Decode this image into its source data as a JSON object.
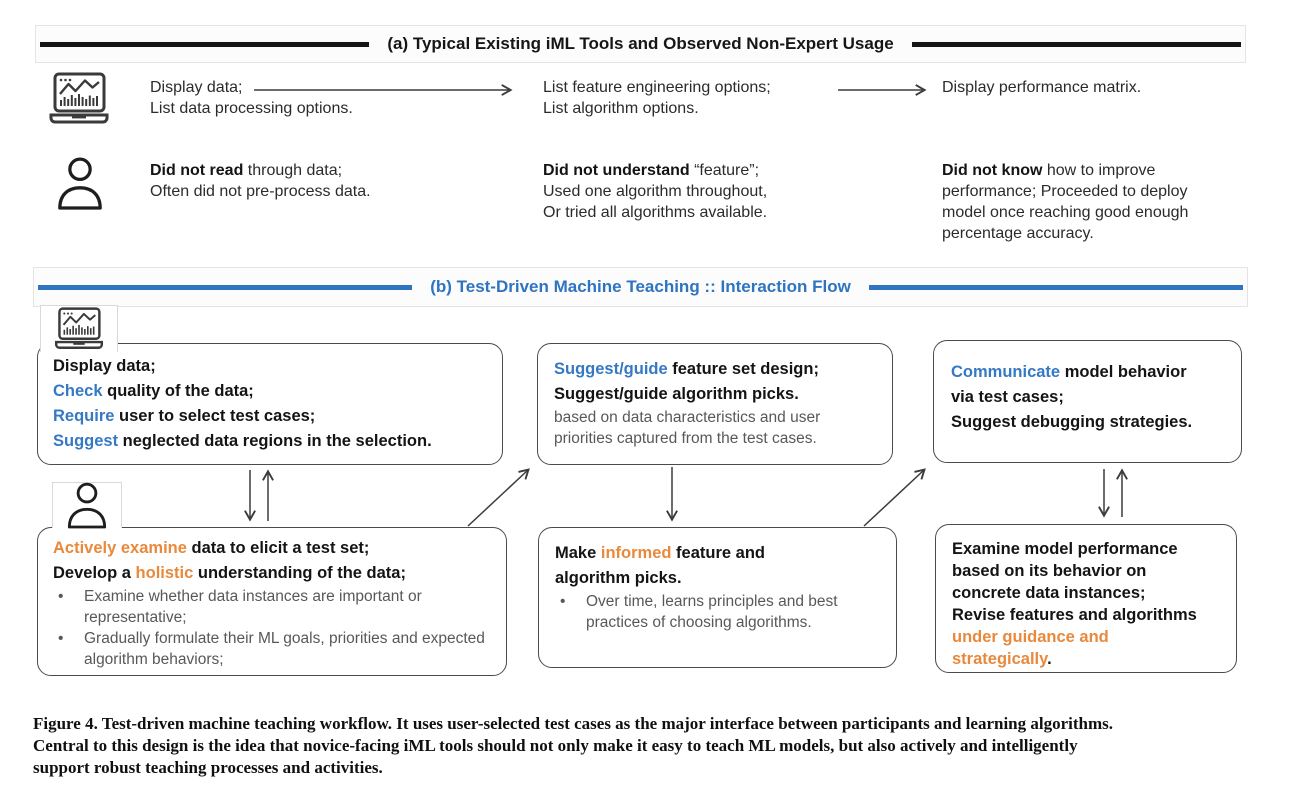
{
  "colors": {
    "accent_blue": "#2e74c0",
    "keyword_blue": "#3579c4",
    "keyword_orange": "#e8893c",
    "box_border": "#4b4b4b",
    "rule_black": "#161616"
  },
  "section_a": {
    "title": "(a) Typical Existing iML Tools and Observed Non-Expert Usage",
    "machine_row": {
      "icon": "laptop-analytics-icon",
      "col1": [
        {
          "seg": [
            {
              "t": "Display data;",
              "s": "r"
            }
          ]
        },
        {
          "seg": [
            {
              "t": "List data processing options.",
              "s": "r"
            }
          ]
        }
      ],
      "col2": [
        {
          "seg": [
            {
              "t": "List feature engineering options;",
              "s": "r"
            }
          ]
        },
        {
          "seg": [
            {
              "t": "List algorithm options.",
              "s": "r"
            }
          ]
        }
      ],
      "col3": [
        {
          "seg": [
            {
              "t": "Display performance matrix.",
              "s": "r"
            }
          ]
        }
      ]
    },
    "user_row": {
      "icon": "person-icon",
      "col1": [
        {
          "seg": [
            {
              "t": "Did not read",
              "s": "b"
            },
            {
              "t": " through data;",
              "s": "r"
            }
          ]
        },
        {
          "seg": [
            {
              "t": "Often did not pre-process data.",
              "s": "r"
            }
          ]
        }
      ],
      "col2": [
        {
          "seg": [
            {
              "t": "Did not understand",
              "s": "b"
            },
            {
              "t": " “feature”;",
              "s": "r"
            }
          ]
        },
        {
          "seg": [
            {
              "t": "Used one algorithm throughout,",
              "s": "r"
            }
          ]
        },
        {
          "seg": [
            {
              "t": "Or tried all algorithms available.",
              "s": "r"
            }
          ]
        }
      ],
      "col3": [
        {
          "seg": [
            {
              "t": "Did not know",
              "s": "b"
            },
            {
              "t": " how to improve",
              "s": "r"
            }
          ]
        },
        {
          "seg": [
            {
              "t": "performance; Proceeded to deploy",
              "s": "r"
            }
          ]
        },
        {
          "seg": [
            {
              "t": "model once reaching good enough",
              "s": "r"
            }
          ]
        },
        {
          "seg": [
            {
              "t": "percentage accuracy.",
              "s": "r"
            }
          ]
        }
      ]
    }
  },
  "section_b": {
    "title": "(b) Test-Driven Machine Teaching :: Interaction Flow",
    "machine_data_box": [
      {
        "seg": [
          {
            "t": "Display data;",
            "s": "b"
          }
        ]
      },
      {
        "seg": [
          {
            "t": "Check",
            "s": "blue"
          },
          {
            "t": " quality of the data;",
            "s": "b"
          }
        ]
      },
      {
        "seg": [
          {
            "t": "Require",
            "s": "blue"
          },
          {
            "t": " user to select test cases;",
            "s": "b"
          }
        ]
      },
      {
        "seg": [
          {
            "t": "Suggest",
            "s": "blue"
          },
          {
            "t": " neglected data regions in the selection.",
            "s": "b"
          }
        ]
      }
    ],
    "machine_feature_box": [
      {
        "seg": [
          {
            "t": "Suggest/guide",
            "s": "blue"
          },
          {
            "t": " feature set design;",
            "s": "b"
          }
        ]
      },
      {
        "seg": [
          {
            "t": "Suggest/guide algorithm picks.",
            "s": "b"
          }
        ]
      },
      {
        "seg": [
          {
            "t": "based on data characteristics and user",
            "s": "g"
          }
        ]
      },
      {
        "seg": [
          {
            "t": "priorities captured from the test cases.",
            "s": "g"
          }
        ]
      }
    ],
    "machine_model_box": [
      {
        "seg": [
          {
            "t": "Communicate",
            "s": "blue"
          },
          {
            "t": " model behavior",
            "s": "b"
          }
        ]
      },
      {
        "seg": [
          {
            "t": "via test cases;",
            "s": "b"
          }
        ]
      },
      {
        "seg": [
          {
            "t": "Suggest debugging strategies.",
            "s": "b"
          }
        ]
      }
    ],
    "user_examine_box": [
      {
        "seg": [
          {
            "t": "Actively examine",
            "s": "orange"
          },
          {
            "t": " data to elicit a test set;",
            "s": "b"
          }
        ]
      },
      {
        "seg": [
          {
            "t": "Develop a ",
            "s": "b"
          },
          {
            "t": "holistic",
            "s": "orange"
          },
          {
            "t": " understanding of the data;",
            "s": "b"
          }
        ]
      },
      {
        "bullet": true,
        "seg": [
          {
            "t": "Examine whether data instances are important or representative;",
            "s": "g"
          }
        ]
      },
      {
        "bullet": true,
        "seg": [
          {
            "t": "Gradually formulate their ML goals, priorities and expected algorithm behaviors;",
            "s": "g"
          }
        ]
      }
    ],
    "user_picks_box": [
      {
        "seg": [
          {
            "t": "Make ",
            "s": "b"
          },
          {
            "t": "informed",
            "s": "orange"
          },
          {
            "t": " feature and",
            "s": "b"
          }
        ]
      },
      {
        "seg": [
          {
            "t": "algorithm picks.",
            "s": "b"
          }
        ]
      },
      {
        "bullet": true,
        "seg": [
          {
            "t": "Over time, learns principles and best practices of choosing algorithms.",
            "s": "g"
          }
        ]
      }
    ],
    "user_revise_box": [
      {
        "seg": [
          {
            "t": "Examine model performance",
            "s": "b"
          }
        ]
      },
      {
        "seg": [
          {
            "t": "based on its behavior on",
            "s": "b"
          }
        ]
      },
      {
        "seg": [
          {
            "t": "concrete data instances;",
            "s": "b"
          }
        ]
      },
      {
        "seg": [
          {
            "t": "Revise features and algorithms",
            "s": "b"
          }
        ]
      },
      {
        "seg": [
          {
            "t": "under guidance and",
            "s": "orange"
          }
        ]
      },
      {
        "seg": [
          {
            "t": "strategically",
            "s": "orange"
          },
          {
            "t": ".",
            "s": "b"
          }
        ]
      }
    ]
  },
  "caption": {
    "lines": [
      "Figure 4. Test-driven machine teaching workflow. It uses user-selected test cases as the major interface between participants and learning algorithms.",
      "Central to this design is the idea that novice-facing iML tools should not only make it easy to teach ML models, but also actively and intelligently",
      "support robust teaching processes and activities."
    ]
  }
}
